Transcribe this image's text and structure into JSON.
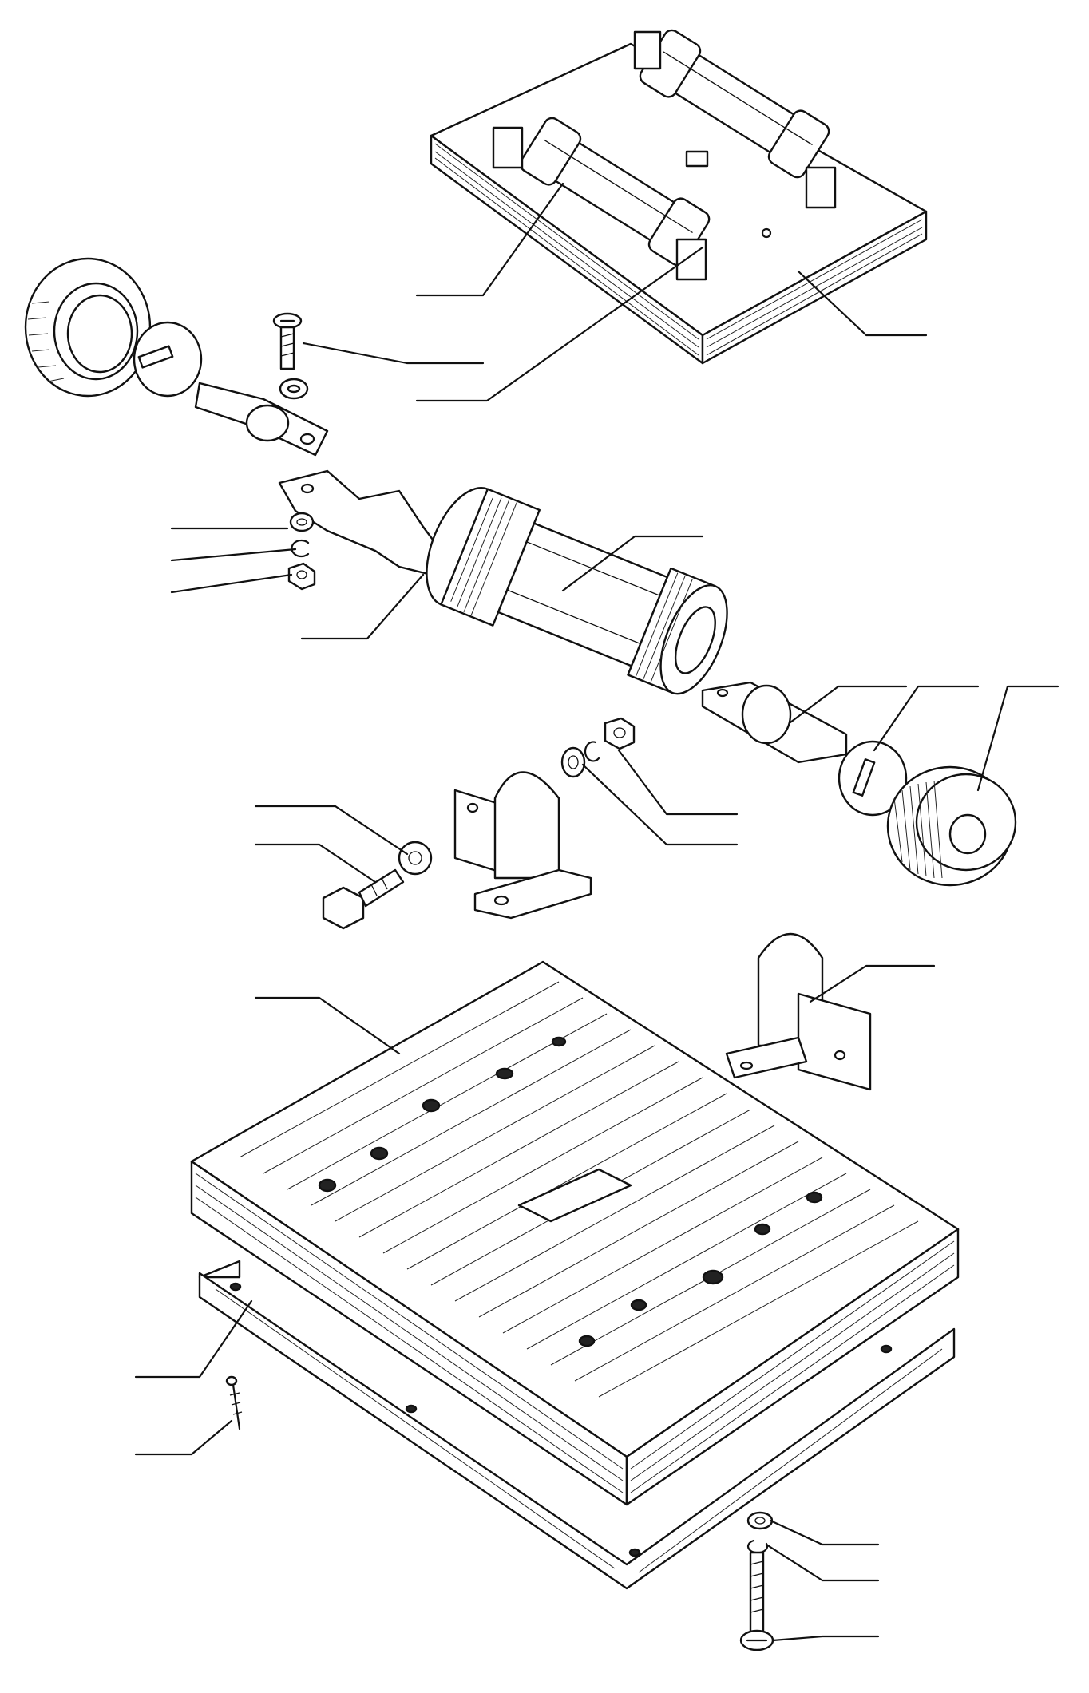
{
  "drawing": {
    "kind": "exploded parts drawing",
    "style": "black ink line art on white background",
    "leader_label_text": "",
    "colors": {
      "ink": "#111111",
      "paper": "#ffffff"
    }
  },
  "parts": [
    {
      "id": "assembled-fuse-base",
      "name": "assembled-fuse-base-icon"
    },
    {
      "id": "knurled-cap-left",
      "name": "knurled-cap-icon"
    },
    {
      "id": "slotted-disc-left",
      "name": "slotted-disc-icon"
    },
    {
      "id": "blade-terminal-left",
      "name": "blade-terminal-icon"
    },
    {
      "id": "screw-top",
      "name": "screw-icon"
    },
    {
      "id": "washer-top",
      "name": "washer-icon"
    },
    {
      "id": "bus-bar",
      "name": "bus-bar-icon"
    },
    {
      "id": "washer-small",
      "name": "washer-icon"
    },
    {
      "id": "spring-washer-small",
      "name": "spring-washer-icon"
    },
    {
      "id": "nut-small",
      "name": "nut-icon"
    },
    {
      "id": "fuse-cartridge",
      "name": "fuse-cartridge-icon"
    },
    {
      "id": "blade-terminal-right",
      "name": "blade-terminal-icon"
    },
    {
      "id": "slotted-disc-right",
      "name": "slotted-disc-icon"
    },
    {
      "id": "knurled-cap-right",
      "name": "knurled-cap-icon"
    },
    {
      "id": "washer-mid",
      "name": "washer-icon"
    },
    {
      "id": "spring-washer-mid",
      "name": "spring-washer-icon"
    },
    {
      "id": "nut-mid",
      "name": "nut-icon"
    },
    {
      "id": "bolt",
      "name": "bolt-icon"
    },
    {
      "id": "washer-bolt",
      "name": "washer-icon"
    },
    {
      "id": "holder-bracket",
      "name": "holder-bracket-icon"
    },
    {
      "id": "holder-bracket-assembled",
      "name": "holder-bracket-assembled-icon"
    },
    {
      "id": "insulating-board",
      "name": "insulating-board-icon"
    },
    {
      "id": "base-plate",
      "name": "base-plate-icon"
    },
    {
      "id": "wood-screw",
      "name": "wood-screw-icon"
    },
    {
      "id": "washer-bottom",
      "name": "washer-icon"
    },
    {
      "id": "spring-washer-bottom",
      "name": "spring-washer-icon"
    },
    {
      "id": "long-bolt",
      "name": "long-bolt-icon"
    }
  ]
}
